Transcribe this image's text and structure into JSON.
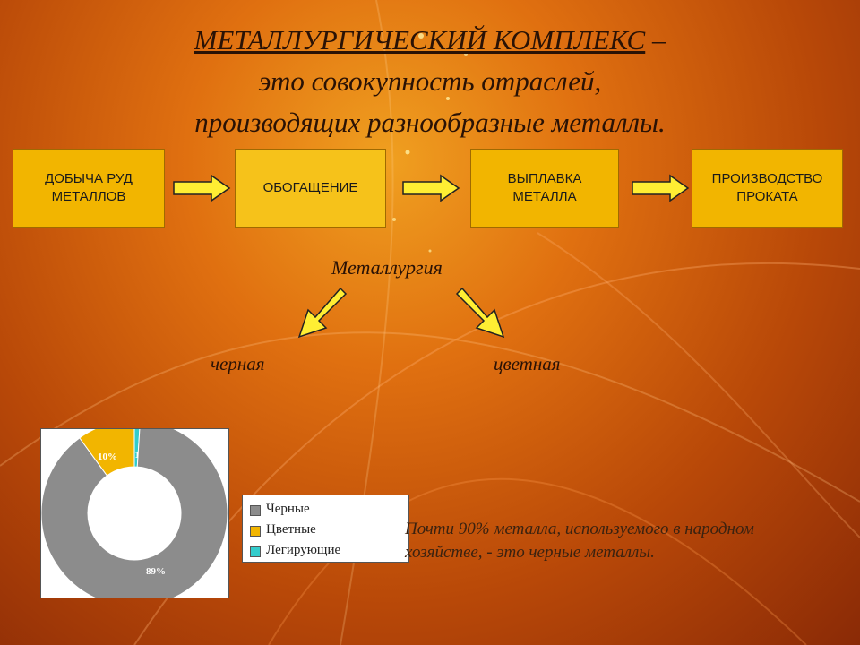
{
  "title": {
    "heading": "МЕТАЛЛУРГИЧЕСКИЙ КОМПЛЕКС",
    "dash": " –",
    "line2": "это совокупность отраслей,",
    "line3": "производящих разнообразные металлы."
  },
  "flow": {
    "steps": [
      {
        "line1": "ДОБЫЧА РУД",
        "line2": "МЕТАЛЛОВ"
      },
      {
        "line1": "ОБОГАЩЕНИЕ",
        "line2": ""
      },
      {
        "line1": "ВЫПЛАВКА",
        "line2": "МЕТАЛЛА"
      },
      {
        "line1": "ПРОИЗВОДСТВО",
        "line2": "ПРОКАТА"
      }
    ],
    "box_color": "#f2b500"
  },
  "metallurgy": {
    "label": "Металлургия",
    "branches": [
      "черная",
      "цветная"
    ]
  },
  "chart_data": {
    "type": "pie",
    "variant": "doughnut",
    "slices": [
      {
        "label": "Черные",
        "value": 89,
        "label_text": "89%",
        "color": "#8c8c8c"
      },
      {
        "label": "Цветные",
        "value": 10,
        "label_text": "10%",
        "color": "#f2b500"
      },
      {
        "label": "Легирующие",
        "value": 1,
        "label_text": "1%",
        "color": "#33cccc"
      }
    ],
    "legend": [
      "Черные",
      "Цветные",
      "Легирующие"
    ],
    "legend_placement": "right"
  },
  "note": {
    "line1": "Почти 90% металла, используемого в народном",
    "line2": "хозяйстве, - это черные металлы."
  }
}
